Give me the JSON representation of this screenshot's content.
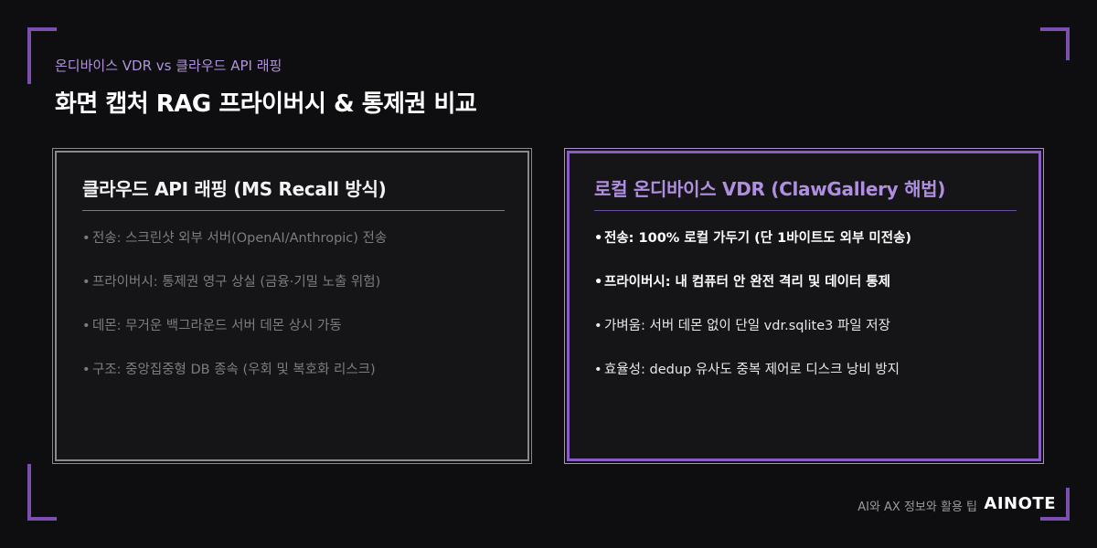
{
  "header": {
    "subtitle": "온디바이스 VDR vs 클라우드 API 래핑",
    "title": "화면 캡처 RAG 프라이버시 & 통제권 비교"
  },
  "panels": {
    "left": {
      "title": "클라우드 API 래핑 (MS Recall 방식)",
      "items": [
        {
          "bullet": "•",
          "text": "전송: 스크린샷 외부 서버(OpenAI/Anthropic) 전송"
        },
        {
          "bullet": "•",
          "text": "프라이버시: 통제권 영구 상실 (금융·기밀 노출 위험)"
        },
        {
          "bullet": "•",
          "text": "데몬: 무거운 백그라운드 서버 데몬 상시 가동"
        },
        {
          "bullet": "•",
          "text": "구조: 중앙집중형 DB 종속 (우회 및 복호화 리스크)"
        }
      ]
    },
    "right": {
      "title": "로컬 온디바이스 VDR (ClawGallery 해법)",
      "items": [
        {
          "bullet": "•",
          "text": "전송: 100% 로컬 가두기 (단 1바이트도 외부 미전송)"
        },
        {
          "bullet": "•",
          "text": "프라이버시: 내 컴퓨터 안 완전 격리 및 데이터 통제"
        },
        {
          "bullet": "•",
          "text": "가벼움: 서버 데몬 없이 단일 vdr.sqlite3 파일 저장"
        },
        {
          "bullet": "•",
          "text": "효율성: dedup 유사도 중복 제어로 디스크 낭비 방지"
        }
      ]
    }
  },
  "footer": {
    "note": "AI와 AX 정보와 활용 팁",
    "brand": "AINOTE"
  },
  "colors": {
    "background": "#0e0d0f",
    "accent": "#8a5cc6",
    "accent_text": "#b08ee0",
    "muted_text": "#7d7d7d"
  }
}
